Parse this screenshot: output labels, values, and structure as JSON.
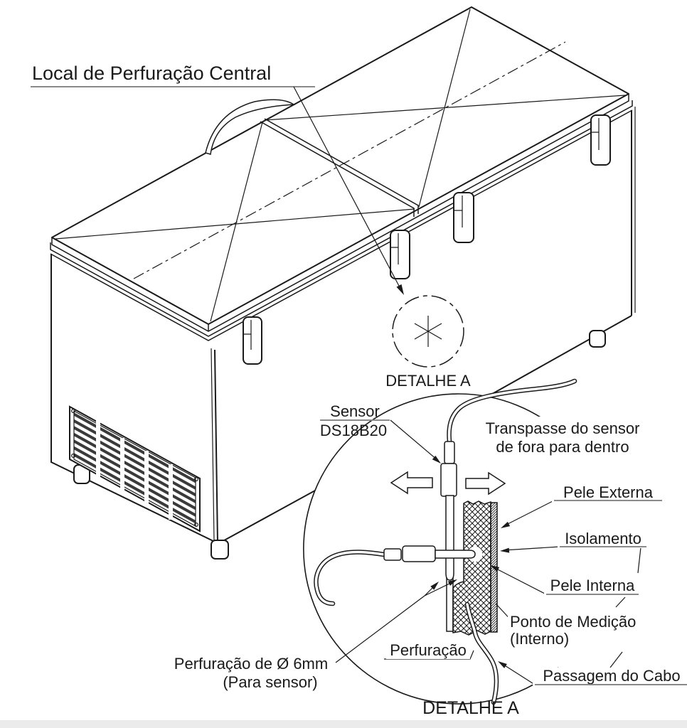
{
  "title": {
    "text": "Local de Perfuração Central"
  },
  "detail_callout": {
    "caption": "DETALHE A"
  },
  "detail_view": {
    "caption": "DETALHE A",
    "labels": {
      "sensor_line1": "Sensor",
      "sensor_line2": "DS18B20",
      "transpasse_line1": "Transpasse do sensor",
      "transpasse_line2": "de fora para dentro",
      "pele_externa": "Pele Externa",
      "isolamento": "Isolamento",
      "pele_interna": "Pele Interna",
      "ponto_medicao_line1": "Ponto de Medição",
      "ponto_medicao_line2": "(Interno)",
      "perfuracao": "Perfuração",
      "passagem_cabo": "Passagem do Cabo",
      "perfuracao_6mm_line1": "Perfuração de Ø 6mm",
      "perfuracao_6mm_line2": "(Para sensor)"
    }
  },
  "colors": {
    "ink": "#1a1a1a",
    "underline": "#8a8a8a",
    "background": "#ffffff",
    "footer_strip": "#ebebeb"
  }
}
